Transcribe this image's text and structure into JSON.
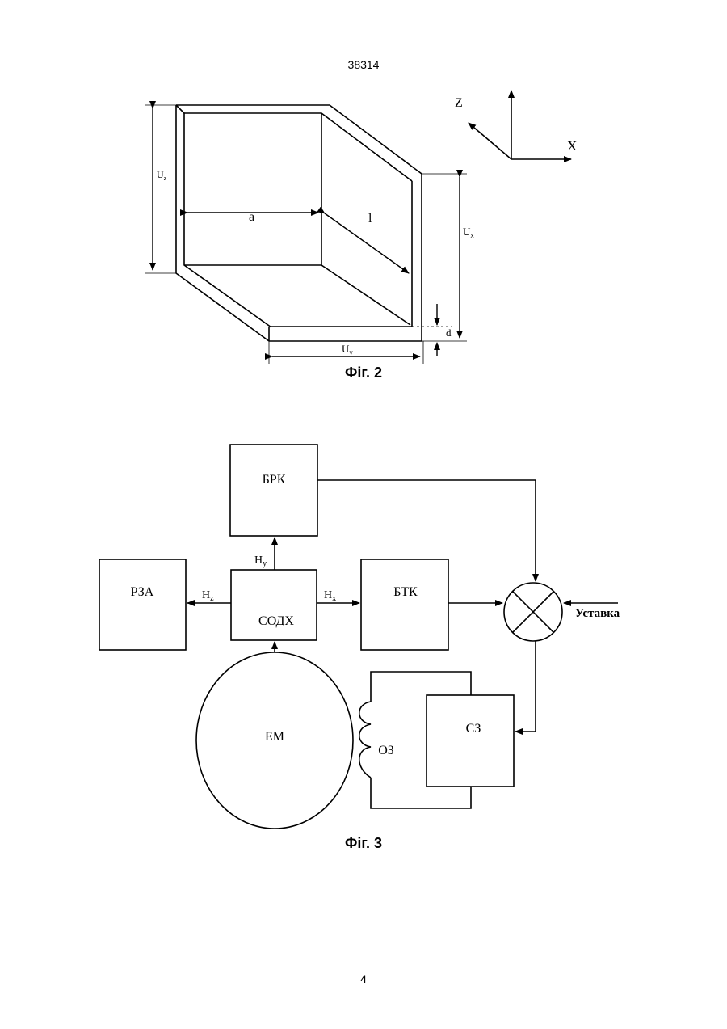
{
  "page": {
    "number_top": "38314",
    "number_bottom": "4"
  },
  "fig2": {
    "caption": "Фіг. 2",
    "labels": {
      "uz": "U",
      "uz_sub": "z",
      "a": "a",
      "l": "l",
      "ux": "U",
      "ux_sub": "x",
      "uy": "U",
      "uy_sub": "y",
      "d": "d"
    },
    "axes": {
      "z": "Z",
      "x": "X"
    }
  },
  "fig3": {
    "caption": "Фіг. 3",
    "blocks": {
      "brk": "БРК",
      "rza": "РЗА",
      "sodh": "СОДХ",
      "btk": "БТК",
      "em": "ЕМ",
      "oz": "ОЗ",
      "sz": "СЗ"
    },
    "signals": {
      "hy": "H",
      "hy_sub": "y",
      "hz": "H",
      "hz_sub": "z",
      "hx": "H",
      "hx_sub": "x"
    },
    "setpoint": "Уставка"
  }
}
